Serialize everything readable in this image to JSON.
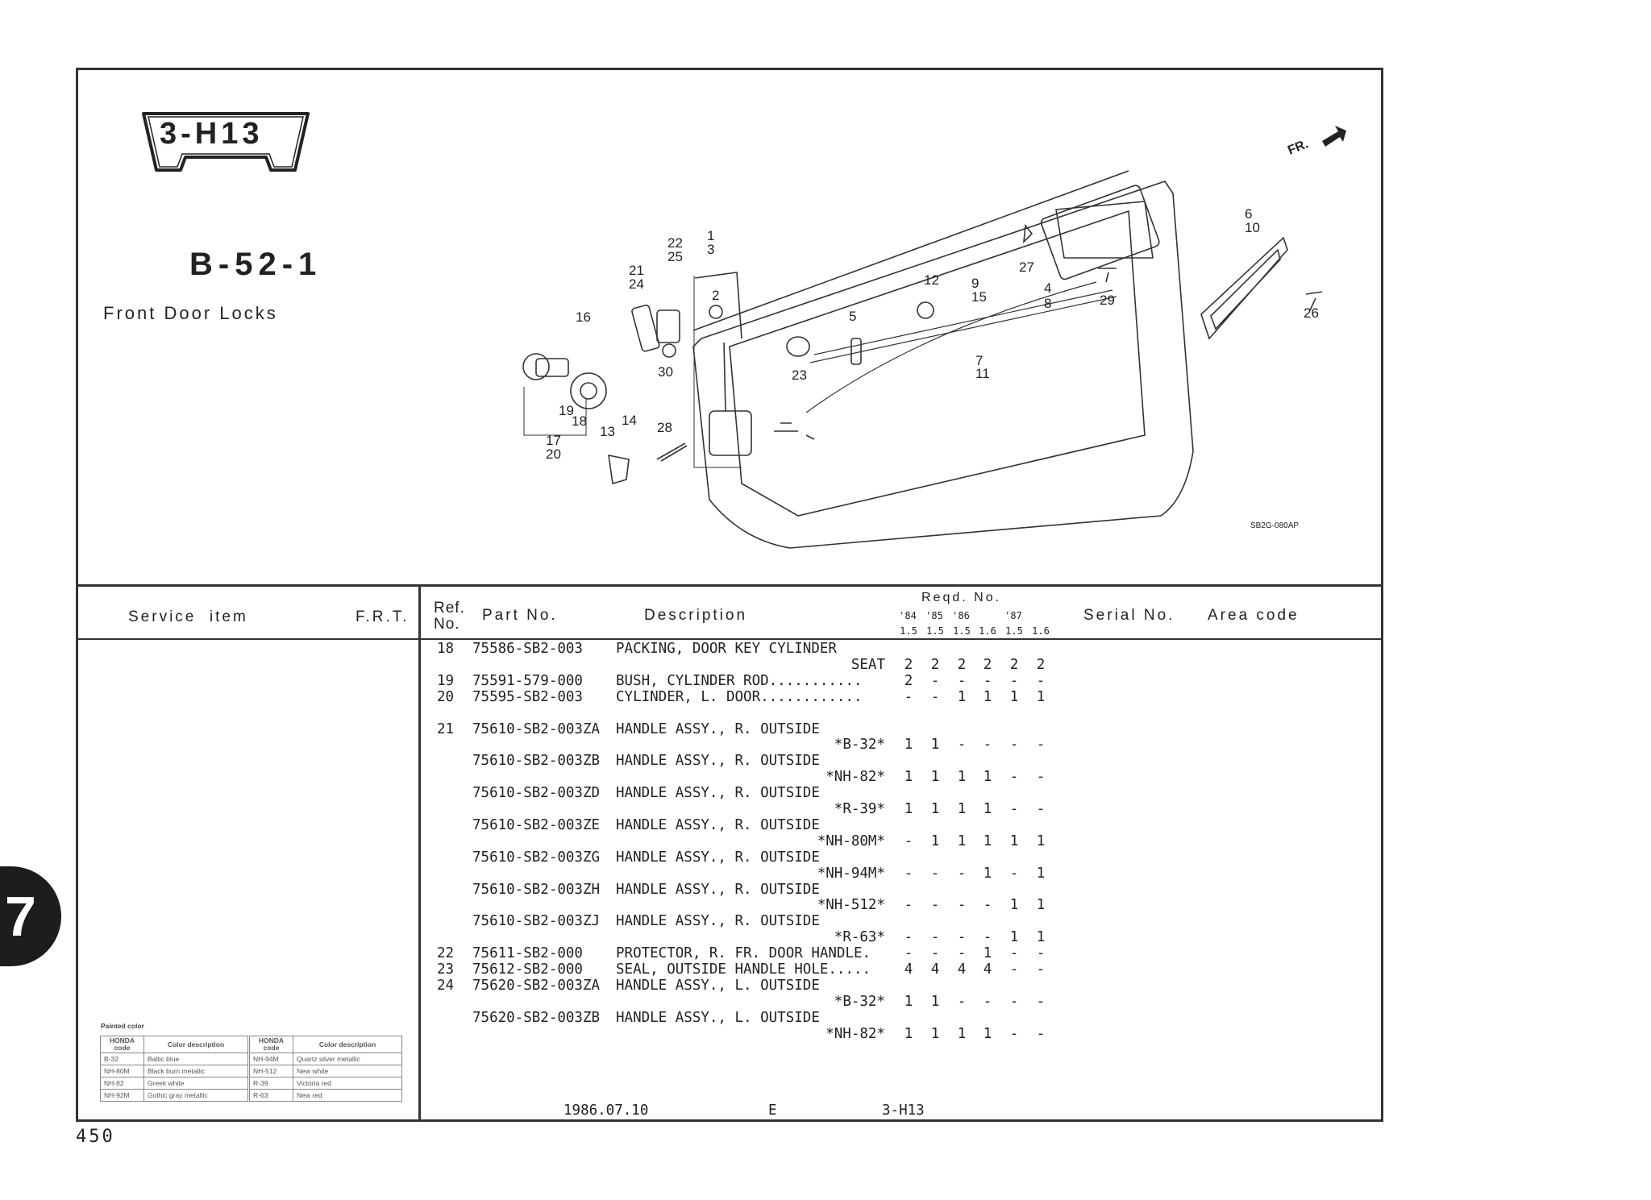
{
  "header": {
    "section_code": "3-H13",
    "group_code": "B-52-1",
    "title": "Front Door Locks",
    "front_indicator": "FR.",
    "illustration_code": "SB2G-080AP"
  },
  "callouts": [
    "1",
    "3",
    "2",
    "22",
    "25",
    "21",
    "24",
    "16",
    "12",
    "9",
    "15",
    "5",
    "6",
    "10",
    "27",
    "4",
    "8",
    "29",
    "26",
    "23",
    "7",
    "11",
    "30",
    "19",
    "18",
    "17",
    "20",
    "13",
    "14",
    "28"
  ],
  "table_header": {
    "service_item": "Service  item",
    "frt": "F.R.T.",
    "ref": "Ref.",
    "ref2": "No.",
    "part_no": "Part No.",
    "description": "Description",
    "reqd": "Reqd. No.",
    "years": [
      "'84",
      "'85",
      "'86",
      "",
      "'87",
      ""
    ],
    "engines": [
      "1.5",
      "1.5",
      "1.5",
      "1.6",
      "1.5",
      "1.6"
    ],
    "serial_no": "Serial No.",
    "area_code": "Area code"
  },
  "lines": [
    {
      "ref": "18",
      "part": "75586-SB2-003",
      "desc": "PACKING, DOOR KEY CYLINDER",
      "spec": "",
      "qty": [
        "",
        "",
        "",
        "",
        "",
        ""
      ]
    },
    {
      "ref": "",
      "part": "",
      "desc": "",
      "spec": "SEAT",
      "qty": [
        "2",
        "2",
        "2",
        "2",
        "2",
        "2"
      ]
    },
    {
      "ref": "19",
      "part": "75591-579-000",
      "desc": "BUSH, CYLINDER ROD...........",
      "spec": "",
      "qty": [
        "2",
        "-",
        "-",
        "-",
        "-",
        "-"
      ]
    },
    {
      "ref": "20",
      "part": "75595-SB2-003",
      "desc": "CYLINDER, L. DOOR............",
      "spec": "",
      "qty": [
        "-",
        "-",
        "1",
        "1",
        "1",
        "1"
      ]
    },
    {
      "ref": "",
      "part": "",
      "desc": "",
      "spec": "",
      "qty": [
        "",
        "",
        "",
        "",
        "",
        ""
      ]
    },
    {
      "ref": "21",
      "part": "75610-SB2-003ZA",
      "desc": "HANDLE ASSY., R. OUTSIDE",
      "spec": "",
      "qty": [
        "",
        "",
        "",
        "",
        "",
        ""
      ]
    },
    {
      "ref": "",
      "part": "",
      "desc": "",
      "spec": "*B-32*",
      "qty": [
        "1",
        "1",
        "-",
        "-",
        "-",
        "-"
      ]
    },
    {
      "ref": "",
      "part": "75610-SB2-003ZB",
      "desc": "HANDLE ASSY., R. OUTSIDE",
      "spec": "",
      "qty": [
        "",
        "",
        "",
        "",
        "",
        ""
      ]
    },
    {
      "ref": "",
      "part": "",
      "desc": "",
      "spec": "*NH-82*",
      "qty": [
        "1",
        "1",
        "1",
        "1",
        "-",
        "-"
      ]
    },
    {
      "ref": "",
      "part": "75610-SB2-003ZD",
      "desc": "HANDLE ASSY., R. OUTSIDE",
      "spec": "",
      "qty": [
        "",
        "",
        "",
        "",
        "",
        ""
      ]
    },
    {
      "ref": "",
      "part": "",
      "desc": "",
      "spec": "*R-39*",
      "qty": [
        "1",
        "1",
        "1",
        "1",
        "-",
        "-"
      ]
    },
    {
      "ref": "",
      "part": "75610-SB2-003ZE",
      "desc": "HANDLE ASSY., R. OUTSIDE",
      "spec": "",
      "qty": [
        "",
        "",
        "",
        "",
        "",
        ""
      ]
    },
    {
      "ref": "",
      "part": "",
      "desc": "",
      "spec": "*NH-80M*",
      "qty": [
        "-",
        "1",
        "1",
        "1",
        "1",
        "1"
      ]
    },
    {
      "ref": "",
      "part": "75610-SB2-003ZG",
      "desc": "HANDLE ASSY., R. OUTSIDE",
      "spec": "",
      "qty": [
        "",
        "",
        "",
        "",
        "",
        ""
      ]
    },
    {
      "ref": "",
      "part": "",
      "desc": "",
      "spec": "*NH-94M*",
      "qty": [
        "-",
        "-",
        "-",
        "1",
        "-",
        "1"
      ]
    },
    {
      "ref": "",
      "part": "75610-SB2-003ZH",
      "desc": "HANDLE ASSY., R. OUTSIDE",
      "spec": "",
      "qty": [
        "",
        "",
        "",
        "",
        "",
        ""
      ]
    },
    {
      "ref": "",
      "part": "",
      "desc": "",
      "spec": "*NH-512*",
      "qty": [
        "-",
        "-",
        "-",
        "-",
        "1",
        "1"
      ]
    },
    {
      "ref": "",
      "part": "75610-SB2-003ZJ",
      "desc": "HANDLE ASSY., R. OUTSIDE",
      "spec": "",
      "qty": [
        "",
        "",
        "",
        "",
        "",
        ""
      ]
    },
    {
      "ref": "",
      "part": "",
      "desc": "",
      "spec": "*R-63*",
      "qty": [
        "-",
        "-",
        "-",
        "-",
        "1",
        "1"
      ]
    },
    {
      "ref": "22",
      "part": "75611-SB2-000",
      "desc": "PROTECTOR, R. FR. DOOR HANDLE.",
      "spec": "",
      "qty": [
        "-",
        "-",
        "-",
        "1",
        "-",
        "-"
      ]
    },
    {
      "ref": "23",
      "part": "75612-SB2-000",
      "desc": "SEAL, OUTSIDE HANDLE HOLE.....",
      "spec": "",
      "qty": [
        "4",
        "4",
        "4",
        "4",
        "-",
        "-"
      ]
    },
    {
      "ref": "24",
      "part": "75620-SB2-003ZA",
      "desc": "HANDLE ASSY., L. OUTSIDE",
      "spec": "",
      "qty": [
        "",
        "",
        "",
        "",
        "",
        ""
      ]
    },
    {
      "ref": "",
      "part": "",
      "desc": "",
      "spec": "*B-32*",
      "qty": [
        "1",
        "1",
        "-",
        "-",
        "-",
        "-"
      ]
    },
    {
      "ref": "",
      "part": "75620-SB2-003ZB",
      "desc": "HANDLE ASSY., L. OUTSIDE",
      "spec": "",
      "qty": [
        "",
        "",
        "",
        "",
        "",
        ""
      ]
    },
    {
      "ref": "",
      "part": "",
      "desc": "",
      "spec": "*NH-82*",
      "qty": [
        "1",
        "1",
        "1",
        "1",
        "-",
        "-"
      ]
    }
  ],
  "painted_color": {
    "title": "Painted color",
    "col_code": "HONDA code",
    "col_desc": "Color description",
    "rows": [
      {
        "code1": "B-32",
        "desc1": "Baltic blue",
        "code2": "NH-94M",
        "desc2": "Quartz silver metallic"
      },
      {
        "code1": "NH-80M",
        "desc1": "Black burn metallic",
        "code2": "NH-512",
        "desc2": "New white"
      },
      {
        "code1": "NH-82",
        "desc1": "Greek white",
        "code2": "R-39",
        "desc2": "Victoria red"
      },
      {
        "code1": "NH-92M",
        "desc1": "Gothic gray metallic",
        "code2": "R-63",
        "desc2": "New red"
      }
    ]
  },
  "footer": {
    "date": "1986.07.10",
    "edition": "E",
    "section": "3-H13"
  },
  "page_number": "450",
  "chapter_tab": "7"
}
